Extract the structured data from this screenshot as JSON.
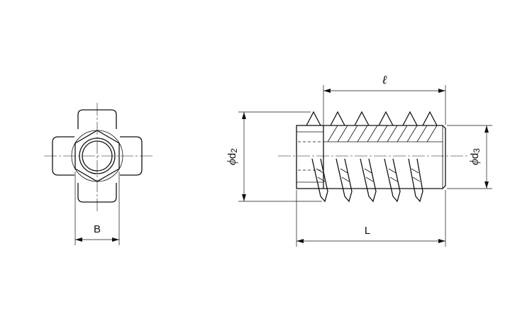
{
  "labels": {
    "across_flats": "B",
    "thread_length": "ℓ",
    "overall_length": "L",
    "outer_diameter_symbol": "ϕ",
    "outer_diameter_letter": "d",
    "outer_diameter_subscript": "2",
    "inner_diameter_symbol": "ϕ",
    "inner_diameter_letter": "d",
    "inner_diameter_subscript": "3"
  }
}
